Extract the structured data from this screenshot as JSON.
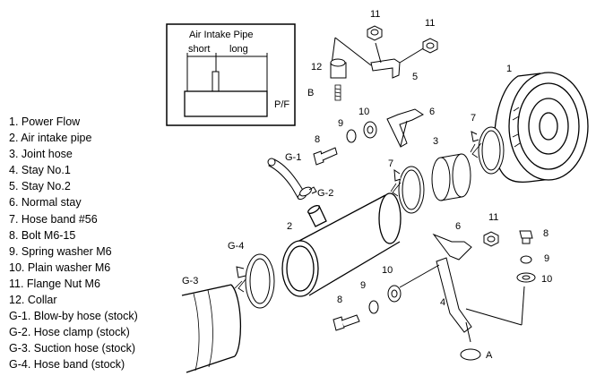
{
  "inset": {
    "title": "Air Intake Pipe",
    "short_label": "short",
    "long_label": "long",
    "pf_label": "P/F"
  },
  "legend": [
    "1. Power Flow",
    "2. Air intake pipe",
    "3. Joint hose",
    "4. Stay No.1",
    "5. Stay No.2",
    "6. Normal stay",
    "7. Hose band #56",
    "8. Bolt M6-15",
    "9. Spring washer M6",
    "10. Plain washer M6",
    "11. Flange Nut M6",
    "12. Collar",
    "G-1. Blow-by hose (stock)",
    "G-2. Hose clamp (stock)",
    "G-3. Suction hose (stock)",
    "G-4. Hose band (stock)"
  ],
  "callouts": {
    "n1": "1",
    "n2": "2",
    "n3": "3",
    "n4": "4",
    "n5": "5",
    "n6a": "6",
    "n6b": "6",
    "n7a": "7",
    "n7b": "7",
    "n8a": "8",
    "n8b": "8",
    "n8c": "8",
    "n9a": "9",
    "n9b": "9",
    "n9c": "9",
    "n10a": "10",
    "n10b": "10",
    "n10c": "10",
    "n11a": "11",
    "n11b": "11",
    "n11c": "11",
    "n12": "12",
    "g1": "G-1",
    "g2": "G-2",
    "g3": "G-3",
    "g4": "G-4",
    "a": "A",
    "b": "B"
  }
}
